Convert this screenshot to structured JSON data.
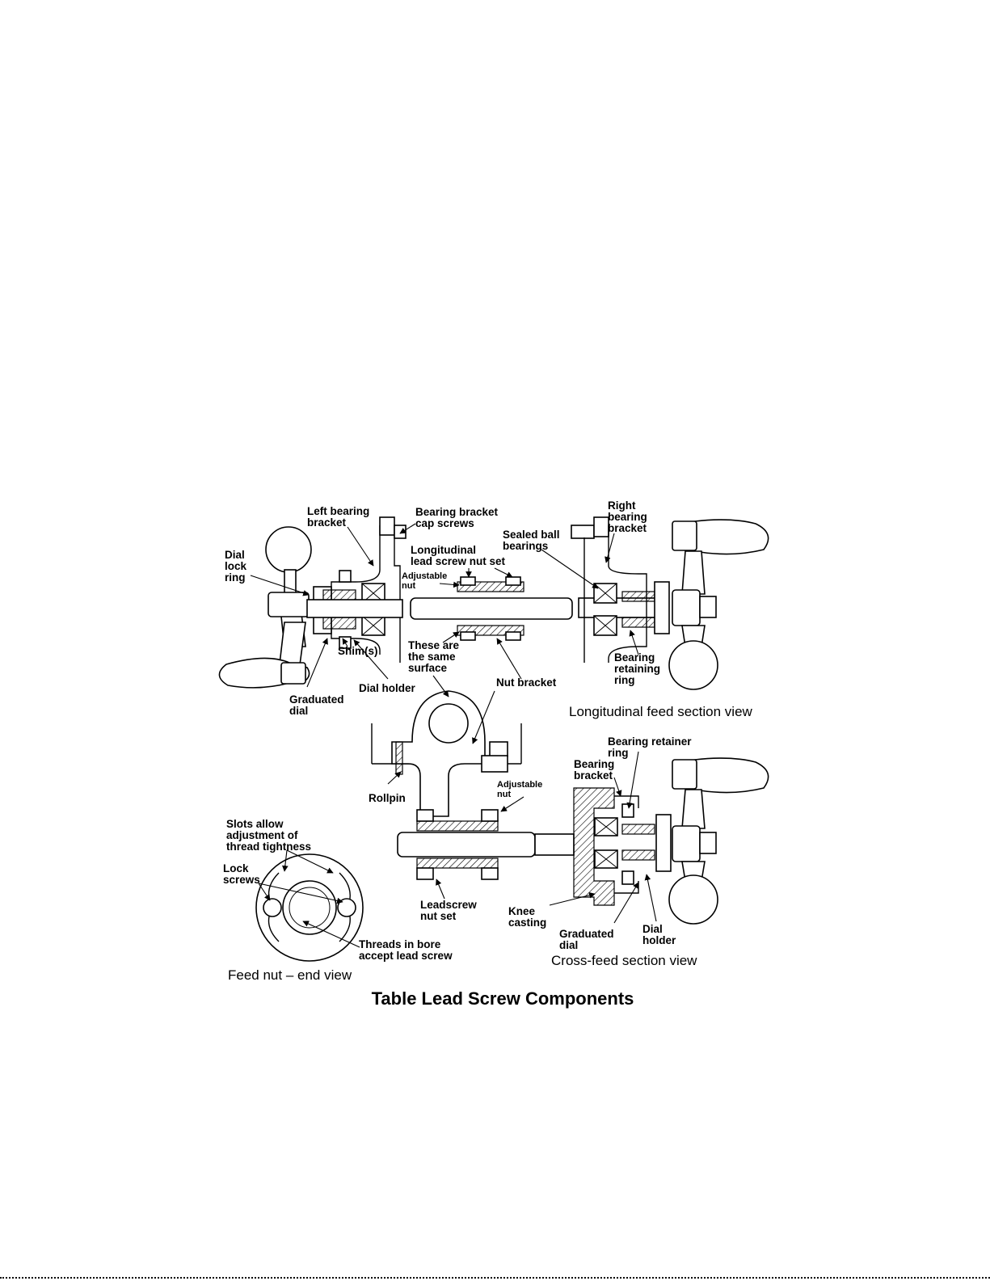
{
  "figure": {
    "title": "Table Lead Screw Components",
    "views": {
      "longitudinal": "Longitudinal feed section view",
      "cross_feed": "Cross-feed section view",
      "feed_nut": "Feed nut – end view"
    },
    "labels": {
      "left_bearing_bracket": [
        "Left bearing",
        "bracket"
      ],
      "bearing_bracket_cap_screws": [
        "Bearing bracket",
        "cap screws"
      ],
      "right_bearing_bracket": [
        "Right",
        "bearing",
        "bracket"
      ],
      "sealed_ball_bearings": [
        "Sealed ball",
        "bearings"
      ],
      "dial_lock_ring": [
        "Dial",
        "lock",
        "ring"
      ],
      "longitudinal_nut_set": [
        "Longitudinal",
        "lead screw nut set"
      ],
      "adjustable_nut_top": [
        "Adjustable",
        "nut"
      ],
      "same_surface": [
        "These are",
        "the same",
        "surface"
      ],
      "shims": "Shim(s)",
      "dial_holder_left": "Dial holder",
      "graduated_dial_left": [
        "Graduated",
        "dial"
      ],
      "nut_bracket": "Nut bracket",
      "bearing_retaining_ring": [
        "Bearing",
        "retaining",
        "ring"
      ],
      "bearing_retainer_ring": [
        "Bearing retainer",
        "ring"
      ],
      "bearing_bracket": [
        "Bearing",
        "bracket"
      ],
      "rollpin": "Rollpin",
      "adjustable_nut_mid": [
        "Adjustable",
        "nut"
      ],
      "slots_allow": [
        "Slots allow",
        "adjustment of",
        "thread tightness"
      ],
      "lock_screws": [
        "Lock",
        "screws"
      ],
      "leadscrew_nut_set": [
        "Leadscrew",
        "nut set"
      ],
      "knee_casting": [
        "Knee",
        "casting"
      ],
      "graduated_dial_right": [
        "Graduated",
        "dial"
      ],
      "dial_holder_right": [
        "Dial",
        "holder"
      ],
      "threads_in_bore": [
        "Threads in bore",
        "accept lead screw"
      ]
    }
  }
}
